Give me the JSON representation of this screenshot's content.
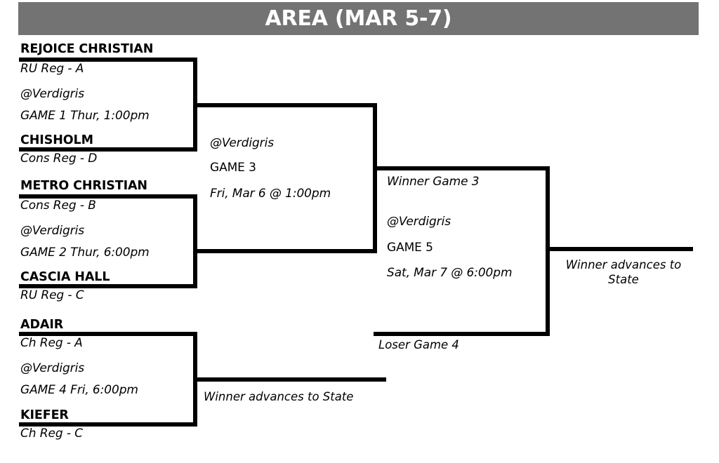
{
  "header": {
    "title": "AREA (MAR 5-7)",
    "background_color": "#737373",
    "text_color": "#ffffff"
  },
  "bracket": {
    "line_color": "#000000",
    "round1": [
      {
        "game_label": "GAME 1",
        "top_team": "REJOICE CHRISTIAN",
        "top_seed": "RU Reg - A",
        "venue": "@Verdigris",
        "time_line": "GAME 1 Thur, 1:00pm",
        "bottom_team": "CHISHOLM",
        "bottom_seed": "Cons Reg - D"
      },
      {
        "game_label": "GAME 2",
        "top_team": "METRO CHRISTIAN",
        "top_seed": "Cons Reg - B",
        "venue": "@Verdigris",
        "time_line": "GAME 2 Thur, 6:00pm",
        "bottom_team": "CASCIA HALL",
        "bottom_seed": "RU Reg - C"
      },
      {
        "game_label": "GAME 4",
        "top_team": "ADAIR",
        "top_seed": "Ch Reg - A",
        "venue": "@Verdigris",
        "time_line": "GAME 4 Fri, 6:00pm",
        "bottom_team": "KIEFER",
        "bottom_seed": "Ch Reg - C"
      }
    ],
    "game3": {
      "venue": "@Verdigris",
      "game_label": "GAME 3",
      "time_line": "Fri, Mar 6 @ 1:00pm"
    },
    "game5": {
      "feeder_top": "Winner Game 3",
      "venue": "@Verdigris",
      "game_label": "GAME 5",
      "time_line": "Sat, Mar 7 @ 6:00pm",
      "feeder_bottom": "Loser Game 4"
    },
    "outcomes": {
      "final_advance": "Winner advances to State",
      "game4_advance": "Winner advances to State"
    }
  }
}
